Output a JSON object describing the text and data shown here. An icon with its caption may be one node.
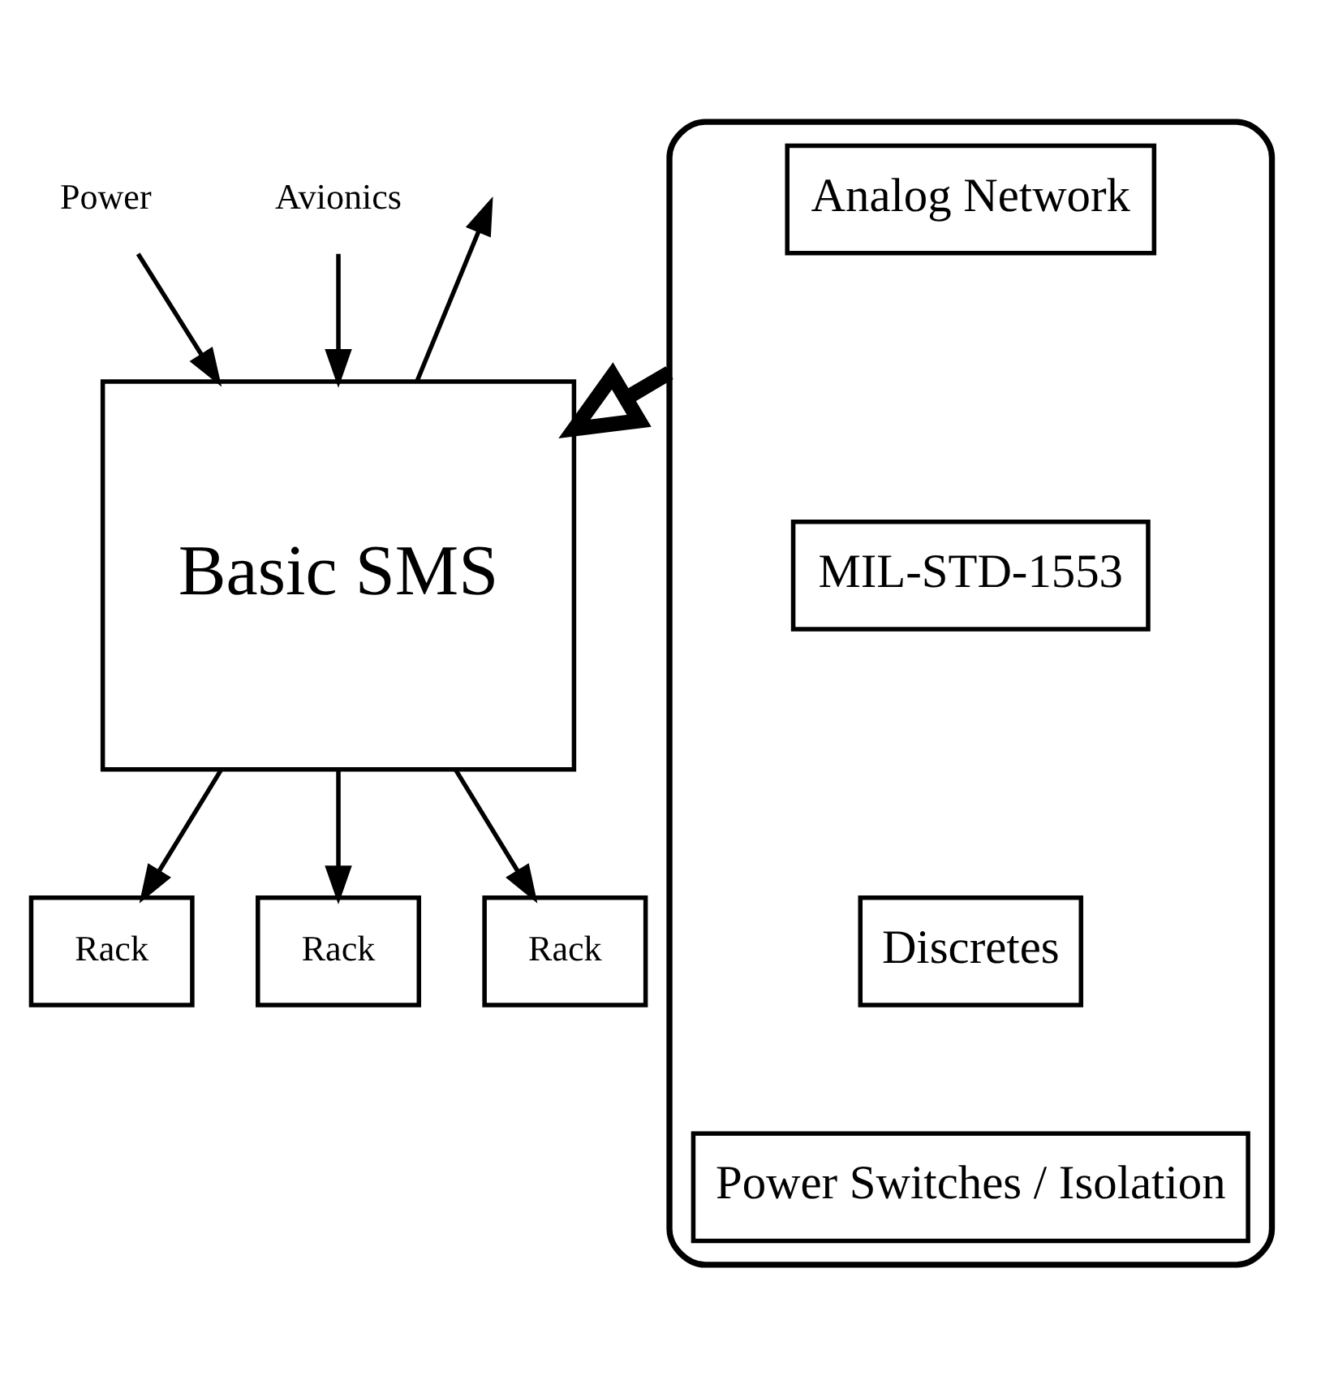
{
  "diagram": {
    "nodes": [
      {
        "text": [
          "Power"
        ]
      },
      {
        "text": [
          "Avionics"
        ]
      },
      {
        "text": [
          "Basic SMS"
        ]
      },
      {
        "text": [
          "Rack"
        ]
      },
      {
        "text": [
          "Rack"
        ]
      },
      {
        "text": [
          "Rack"
        ]
      },
      {
        "text": [],
        "shape": "ellipse"
      },
      {
        "text": [
          "Analog Network"
        ],
        "in": 6
      },
      {
        "text": [
          "MIL-STD-1553"
        ],
        "in": 6
      },
      {
        "text": [
          "Discretes"
        ],
        "in": 6
      },
      {
        "text": [
          "Power Switches / Isolation"
        ],
        "in": 6
      }
    ],
    "edges": [
      {
        "from": 0,
        "to": 2,
        "arrow": "to"
      },
      {
        "from": 1,
        "to": 2,
        "arrow": "to"
      },
      {
        "from": 2,
        "to": null,
        "arrow": "to"
      },
      {
        "from": 2,
        "to": 3,
        "arrow": "to"
      },
      {
        "from": 2,
        "to": 4,
        "arrow": "to"
      },
      {
        "from": 2,
        "to": 5,
        "arrow": "to"
      },
      {
        "from": 6,
        "to": 2,
        "arrow": "to",
        "style": "thick"
      }
    ]
  }
}
